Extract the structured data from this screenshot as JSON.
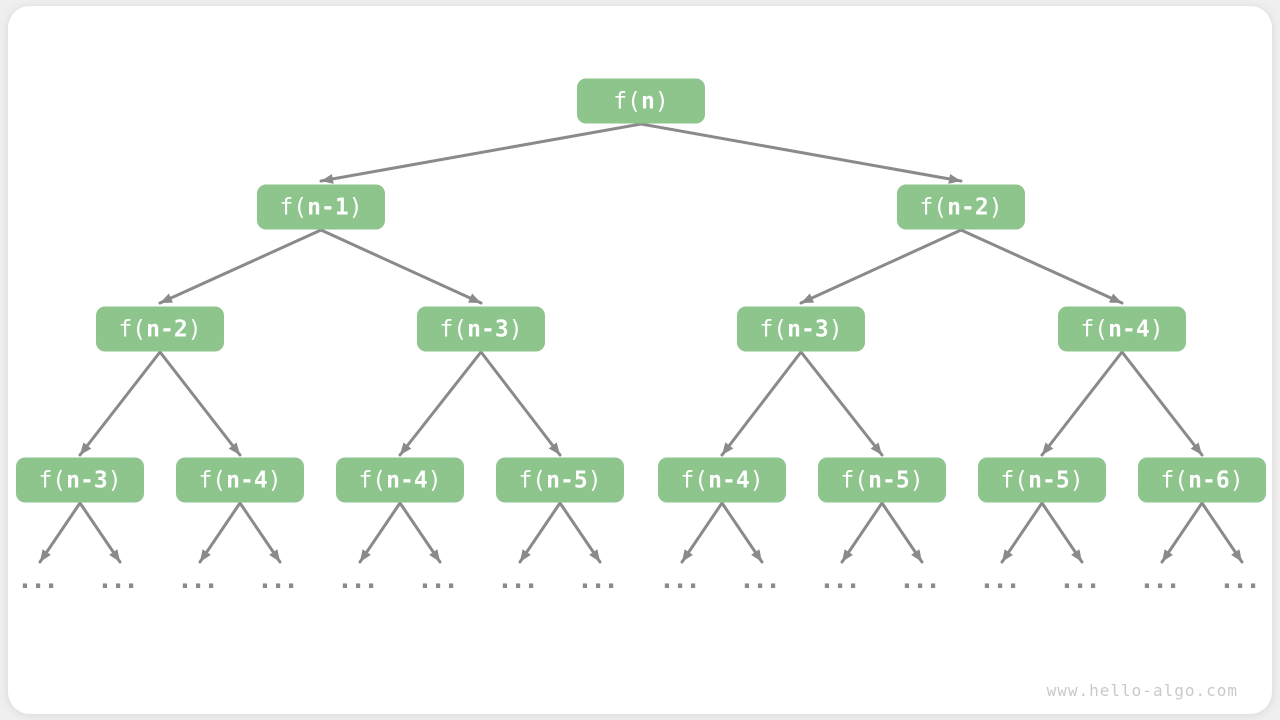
{
  "colors": {
    "node_green": "#8DC58D",
    "arrow_gray": "#8A8A8A",
    "node_text": "#FFFFFF",
    "watermark_gray": "#C9C9C9",
    "page_bg": "#EFEFEF",
    "card_bg": "#FFFFFF"
  },
  "tree": {
    "levels": [
      {
        "nodes": [
          {
            "prefix": "f(",
            "arg": "n",
            "suffix": ")"
          }
        ]
      },
      {
        "nodes": [
          {
            "prefix": "f(",
            "arg": "n-1",
            "suffix": ")"
          },
          {
            "prefix": "f(",
            "arg": "n-2",
            "suffix": ")"
          }
        ]
      },
      {
        "nodes": [
          {
            "prefix": "f(",
            "arg": "n-2",
            "suffix": ")"
          },
          {
            "prefix": "f(",
            "arg": "n-3",
            "suffix": ")"
          },
          {
            "prefix": "f(",
            "arg": "n-3",
            "suffix": ")"
          },
          {
            "prefix": "f(",
            "arg": "n-4",
            "suffix": ")"
          }
        ]
      },
      {
        "nodes": [
          {
            "prefix": "f(",
            "arg": "n-3",
            "suffix": ")"
          },
          {
            "prefix": "f(",
            "arg": "n-4",
            "suffix": ")"
          },
          {
            "prefix": "f(",
            "arg": "n-4",
            "suffix": ")"
          },
          {
            "prefix": "f(",
            "arg": "n-5",
            "suffix": ")"
          },
          {
            "prefix": "f(",
            "arg": "n-4",
            "suffix": ")"
          },
          {
            "prefix": "f(",
            "arg": "n-5",
            "suffix": ")"
          },
          {
            "prefix": "f(",
            "arg": "n-5",
            "suffix": ")"
          },
          {
            "prefix": "f(",
            "arg": "n-6",
            "suffix": ")"
          }
        ]
      }
    ],
    "leaf_ellipsis": "..."
  },
  "watermark": {
    "text": "www.hello-algo.com"
  }
}
